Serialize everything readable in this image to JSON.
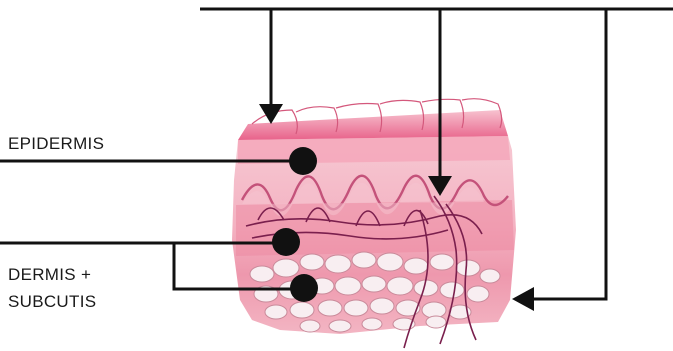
{
  "labels": {
    "epidermis": "EPIDERMIS",
    "dermis_line1": "DERMIS +",
    "dermis_line2": "SUBCUTIS"
  },
  "colors": {
    "line": "#111111",
    "epidermis_top": "#e6557d",
    "epidermis_band": "#f29ab0",
    "dermis": "#f4b7c6",
    "dermis_dark": "#e07090",
    "fat_cell": "#f7eef0",
    "fat_outline": "#c98a9a",
    "vessel": "#7a1f4d"
  }
}
